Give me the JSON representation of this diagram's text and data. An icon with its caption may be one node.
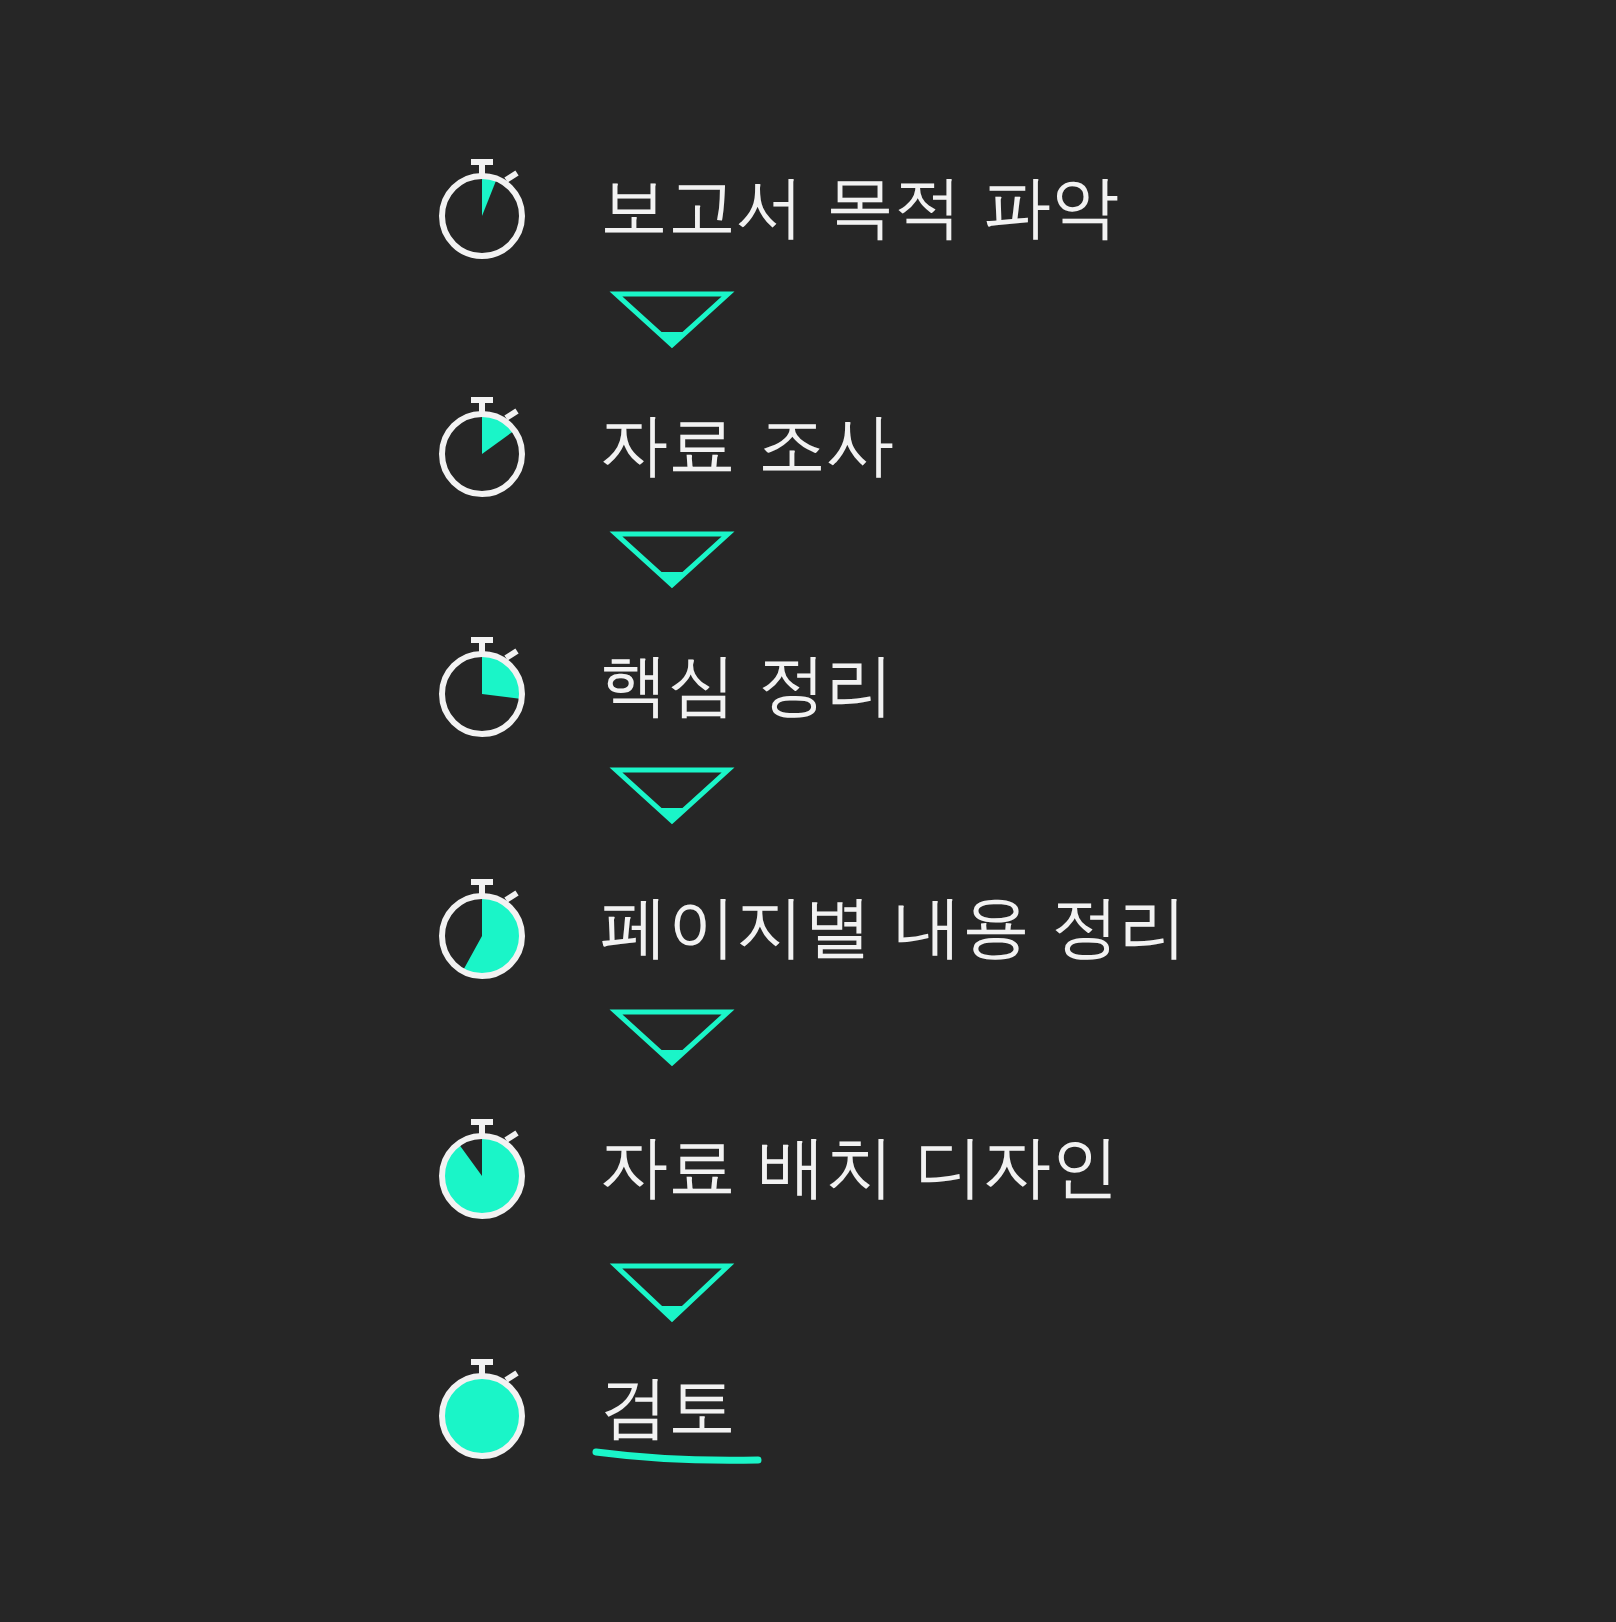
{
  "diagram": {
    "nodes": [
      {
        "text": [
          "보고서 목적 파악"
        ]
      },
      {
        "text": [
          "자료 조사"
        ]
      },
      {
        "text": [
          "핵심 정리"
        ]
      },
      {
        "text": [
          "페이지별 내용 정리"
        ]
      },
      {
        "text": [
          "자료 배치 디자인"
        ]
      },
      {
        "text": [
          "검토"
        ]
      }
    ],
    "edges": [
      {
        "from": 0,
        "to": 1,
        "arrow": "to"
      },
      {
        "from": 1,
        "to": 2,
        "arrow": "to"
      },
      {
        "from": 2,
        "to": 3,
        "arrow": "to"
      },
      {
        "from": 3,
        "to": 4,
        "arrow": "to"
      },
      {
        "from": 4,
        "to": 5,
        "arrow": "to"
      }
    ]
  }
}
